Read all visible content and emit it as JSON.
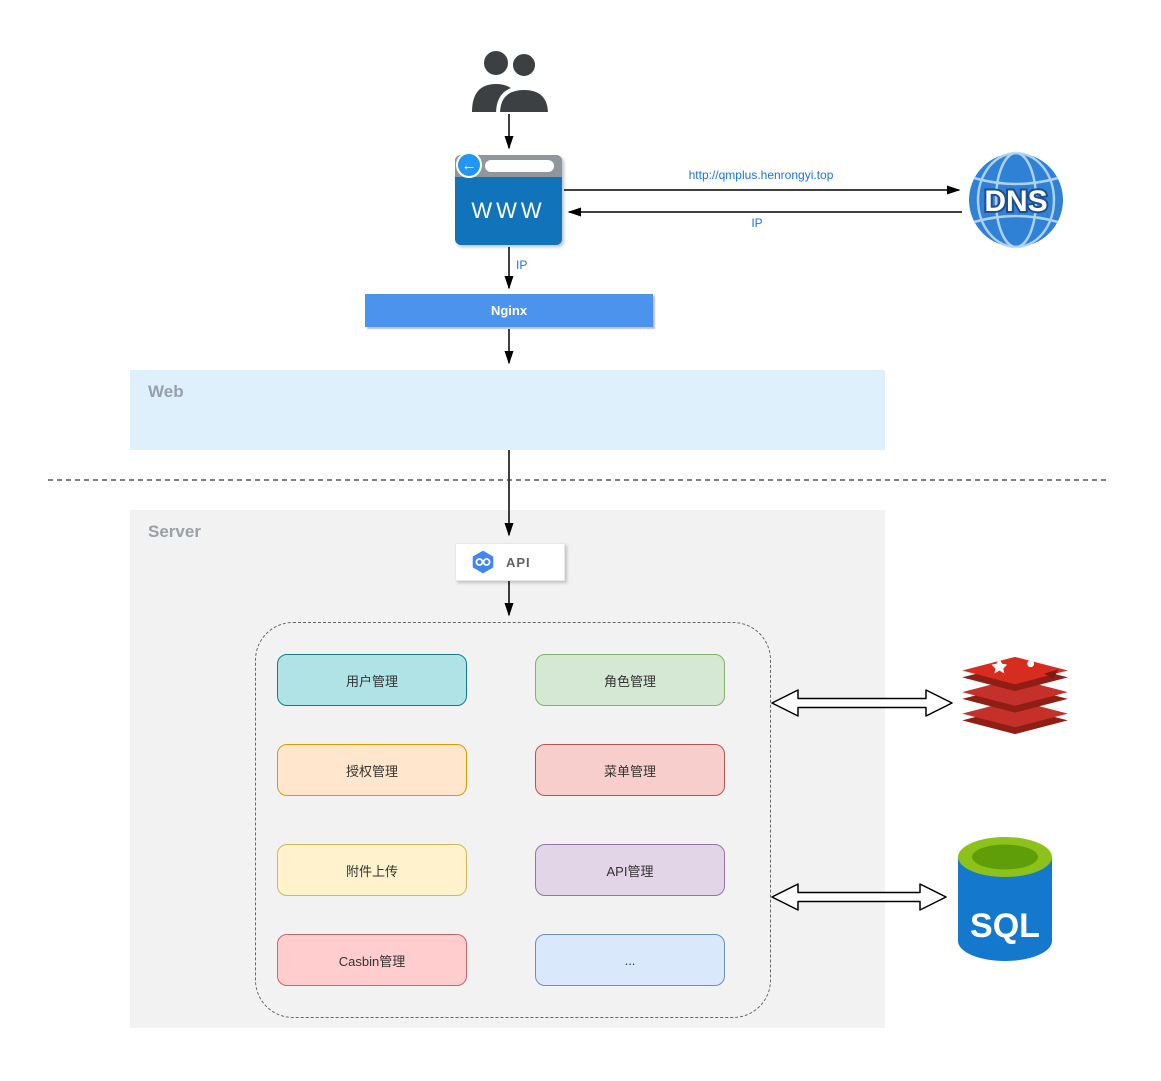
{
  "users": {
    "icon": "users-icon"
  },
  "browser": {
    "label": "WWW"
  },
  "dns": {
    "label": "DNS"
  },
  "nginx": {
    "label": "Nginx"
  },
  "zones": {
    "web": {
      "label": "Web"
    },
    "server": {
      "label": "Server"
    }
  },
  "edges": {
    "url": "http://qmplus.henrongyi.top",
    "ip_return": "IP",
    "ip_down": "IP"
  },
  "api": {
    "label": "API"
  },
  "modules": [
    {
      "label": "用户管理",
      "fill": "#b0e3e6",
      "stroke": "#0e8088"
    },
    {
      "label": "角色管理",
      "fill": "#d5e8d4",
      "stroke": "#82b366"
    },
    {
      "label": "授权管理",
      "fill": "#ffe6cc",
      "stroke": "#d79b00"
    },
    {
      "label": "菜单管理",
      "fill": "#f8cecc",
      "stroke": "#b85450"
    },
    {
      "label": "附件上传",
      "fill": "#fff2cc",
      "stroke": "#d6b656"
    },
    {
      "label": "API管理",
      "fill": "#e1d5e7",
      "stroke": "#9673a6"
    },
    {
      "label": "Casbin管理",
      "fill": "#ffcdcd",
      "stroke": "#c96565"
    },
    {
      "label": "...",
      "fill": "#dae8fc",
      "stroke": "#6c8ebf"
    }
  ],
  "datastores": {
    "sql": {
      "label": "SQL"
    }
  },
  "colors": {
    "edge_label_blue": "#1a73e8",
    "nginx_blue": "#4b93ec",
    "web_zone": "#def0fb",
    "server_zone": "#f2f2f2",
    "browser_body": "#1173b9",
    "dns_globe": "#2f81d6",
    "redis_red": "#c6302b",
    "sql_blue": "#1478cc",
    "sql_top_green": "#8dc21a"
  }
}
